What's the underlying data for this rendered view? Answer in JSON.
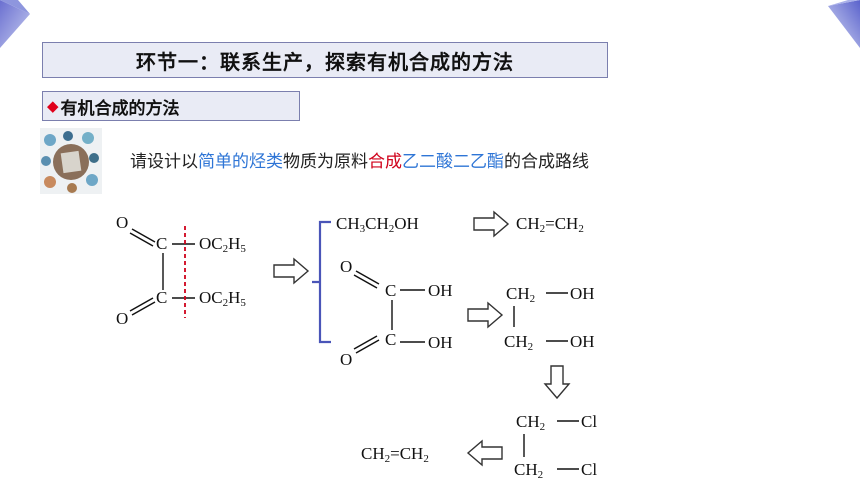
{
  "slide": {
    "title": "环节一：联系生产，探索有机合成的方法",
    "subtitle": "有机合成的方法",
    "subtitle_bullet": "◆",
    "prompt": {
      "p1": "请设计以",
      "p2": "简单的烃类",
      "p3": "物质为原料",
      "p4": "合成",
      "p5": "乙二酸二乙酯",
      "p6": "的合成路线"
    }
  },
  "structure": {
    "o_top": "O",
    "o_bottom": "O",
    "c1": "C",
    "c2": "C",
    "oet1": "OC",
    "oet2": "OC",
    "h": "H",
    "sub2": "2",
    "sub5": "5"
  },
  "routes": {
    "ethanol": {
      "t1": "CH",
      "t2": "CH",
      "t3": "OH",
      "s1": "3",
      "s2": "2"
    },
    "ethylene_top": {
      "t1": "CH",
      "t2": "=CH",
      "s1": "2",
      "s2": "2"
    },
    "oxalic": {
      "o1": "O",
      "o2": "O",
      "c1": "C",
      "c2": "C",
      "oh1": "OH",
      "oh2": "OH"
    },
    "glycol": {
      "r1": "CH",
      "r1s": "2",
      "r1oh": "OH",
      "r2": "CH",
      "r2s": "2",
      "r2oh": "OH"
    },
    "dichloro": {
      "r1": "CH",
      "r1s": "2",
      "r1cl": "Cl",
      "r2": "CH",
      "r2s": "2",
      "r2cl": "Cl"
    },
    "ethylene_bottom": {
      "t1": "CH",
      "t2": "=CH",
      "s1": "2",
      "s2": "2"
    }
  },
  "colors": {
    "accent_blue": "#2e75d6",
    "accent_red": "#d0021b",
    "bracket": "#4a55b8",
    "box_border": "#7b7fae"
  }
}
